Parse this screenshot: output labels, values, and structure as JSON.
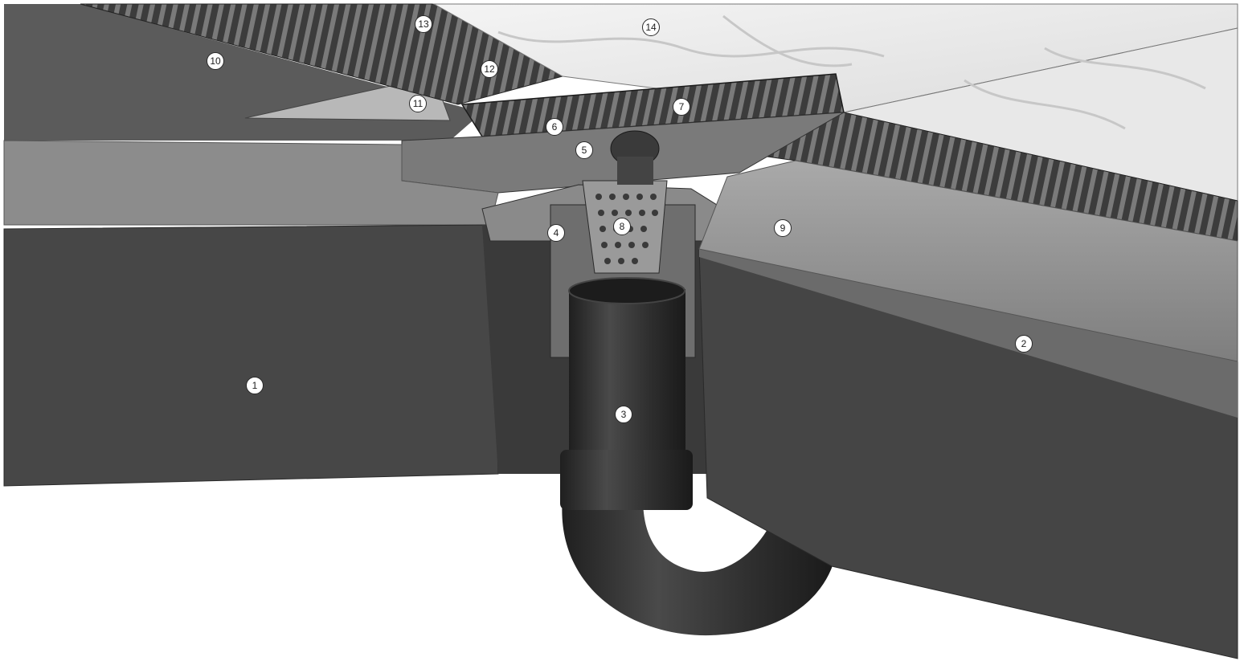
{
  "diagram": {
    "callouts": [
      {
        "id": "callout-1",
        "label": "1"
      },
      {
        "id": "callout-2",
        "label": "2"
      },
      {
        "id": "callout-3",
        "label": "3"
      },
      {
        "id": "callout-4",
        "label": "4"
      },
      {
        "id": "callout-5",
        "label": "5"
      },
      {
        "id": "callout-6",
        "label": "6"
      },
      {
        "id": "callout-7",
        "label": "7"
      },
      {
        "id": "callout-8",
        "label": "8"
      },
      {
        "id": "callout-9",
        "label": "9"
      },
      {
        "id": "callout-10",
        "label": "10"
      },
      {
        "id": "callout-11",
        "label": "11"
      },
      {
        "id": "callout-12",
        "label": "12"
      },
      {
        "id": "callout-13",
        "label": "13"
      },
      {
        "id": "callout-14",
        "label": "14"
      }
    ],
    "colors": {
      "concrete_dark": "#4a4a4a",
      "concrete_light": "#8f8f8f",
      "pipe": "#2c2c2c",
      "grate": "#3a3a3a",
      "tile": "#ececec",
      "background": "#ffffff"
    }
  }
}
